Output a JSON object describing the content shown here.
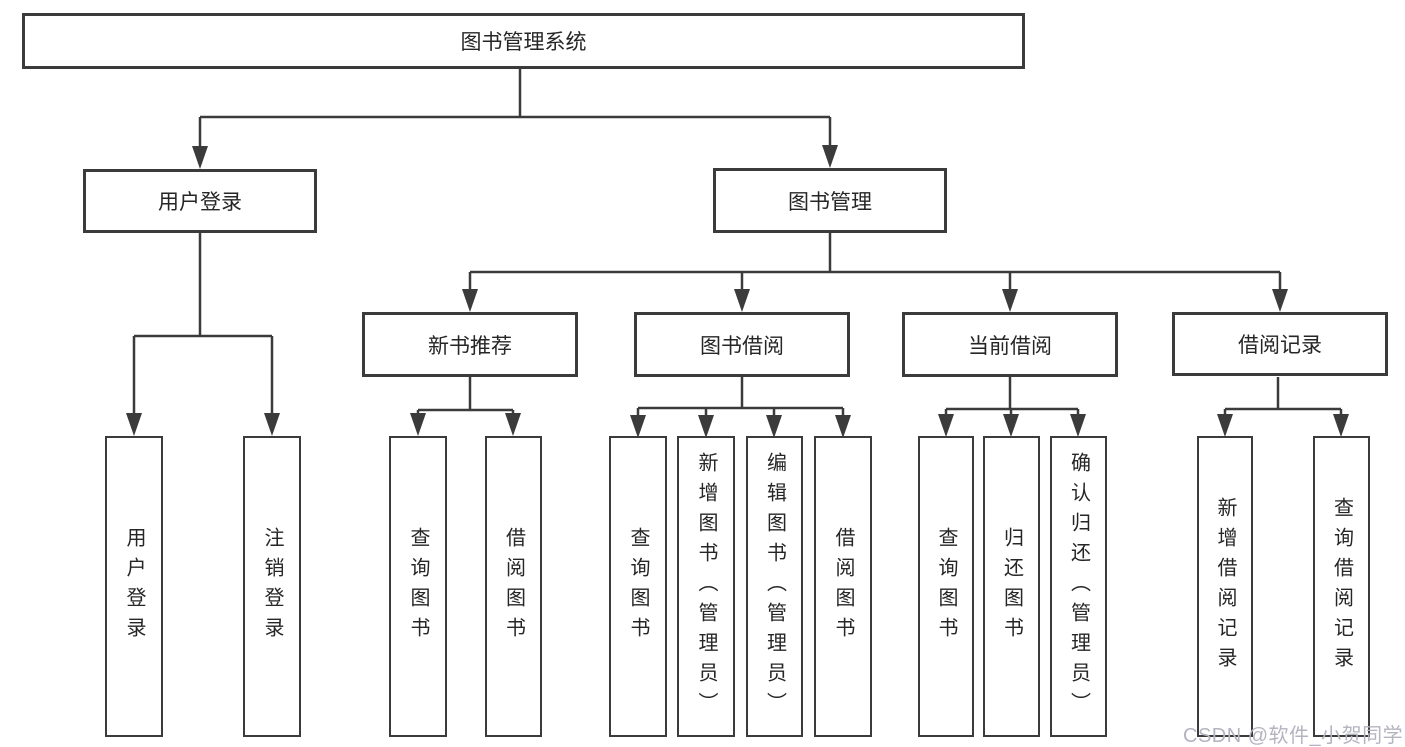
{
  "diagram": {
    "root": {
      "label": "图书管理系统"
    },
    "branches": [
      {
        "label": "用户登录",
        "children": [
          {
            "label": "用户登录"
          },
          {
            "label": "注销登录"
          }
        ]
      },
      {
        "label": "图书管理",
        "children": [
          {
            "label": "新书推荐",
            "children": [
              {
                "label": "查询图书"
              },
              {
                "label": "借阅图书"
              }
            ]
          },
          {
            "label": "图书借阅",
            "children": [
              {
                "label": "查询图书"
              },
              {
                "label": "新增图书（管理员）"
              },
              {
                "label": "编辑图书（管理员）"
              },
              {
                "label": "借阅图书"
              }
            ]
          },
          {
            "label": "当前借阅",
            "children": [
              {
                "label": "查询图书"
              },
              {
                "label": "归还图书"
              },
              {
                "label": "确认归还（管理员）"
              }
            ]
          },
          {
            "label": "借阅记录",
            "children": [
              {
                "label": "新增借阅记录"
              },
              {
                "label": "查询借阅记录"
              }
            ]
          }
        ]
      }
    ]
  },
  "watermark": {
    "text": "CSDN @软件_小贺同学"
  },
  "colors": {
    "line": "#3b3b3b",
    "text": "#262626",
    "watermark": "#b4b4c1",
    "background": "#ffffff"
  }
}
